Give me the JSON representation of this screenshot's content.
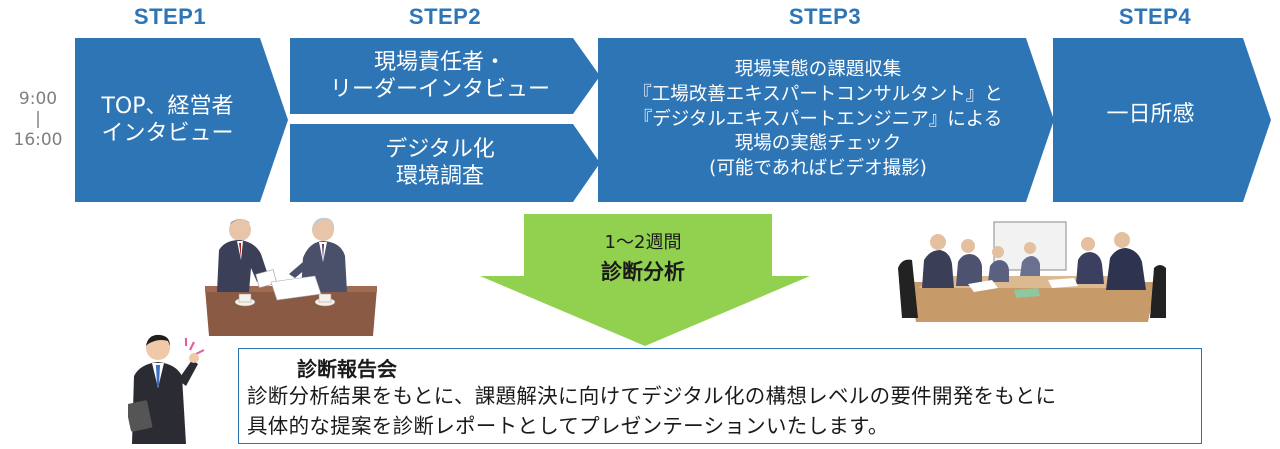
{
  "steps": [
    {
      "label": "STEP1"
    },
    {
      "label": "STEP2"
    },
    {
      "label": "STEP3"
    },
    {
      "label": "STEP4"
    }
  ],
  "time": {
    "start": "9:00",
    "sep": "|",
    "end": "16:00"
  },
  "step1": {
    "line1": "TOP、経営者",
    "line2": "インタビュー"
  },
  "step2a": {
    "line1": "現場責任者・",
    "line2": "リーダーインタビュー"
  },
  "step2b": {
    "line1": "デジタル化",
    "line2": "環境調査"
  },
  "step3": {
    "line1": "現場実態の課題収集",
    "line2": "『工場改善エキスパートコンサルタント』と",
    "line3": "『デジタルエキスパートエンジニア』による",
    "line4": "現場の実態チェック",
    "line5": "(可能であればビデオ撮影)"
  },
  "step4": {
    "line1": "一日所感"
  },
  "analysis": {
    "period": "1～2週間",
    "title": "診断分析"
  },
  "report": {
    "title": "診断報告会",
    "body_line1": "診断分析結果をもとに、課題解決に向けてデジタル化の構想レベルの要件開発をもとに",
    "body_line2": "具体的な提案を診断レポートとしてプレゼンテーションいたします。"
  },
  "colors": {
    "chevron": "#2e75b6",
    "step_label": "#2e75b6",
    "arrow": "#92d050"
  },
  "icons": [
    "business-meeting-illustration",
    "conference-meeting-illustration",
    "presenter-illustration"
  ]
}
